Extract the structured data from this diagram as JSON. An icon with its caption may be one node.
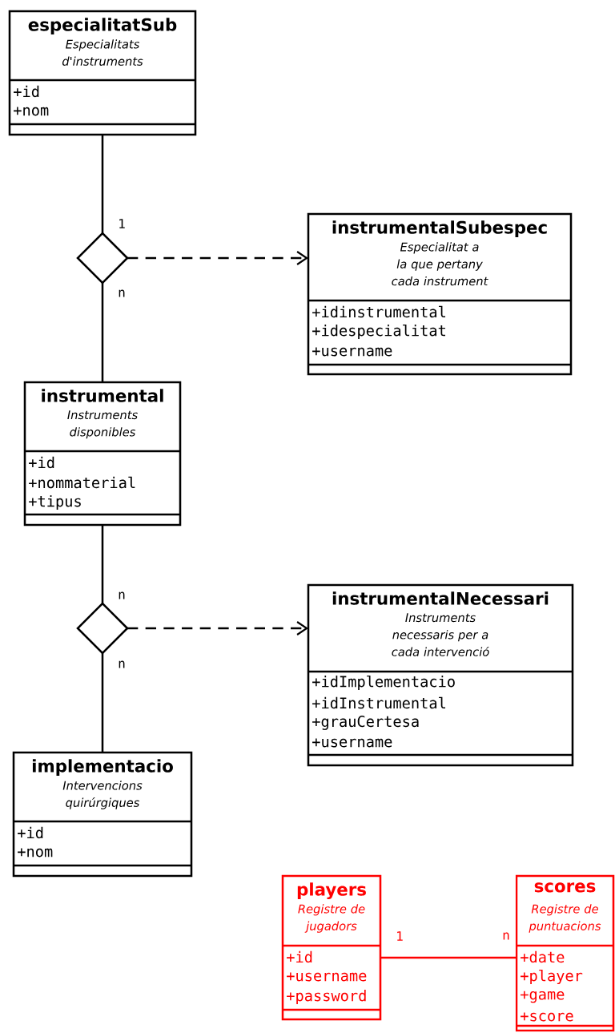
{
  "diagram": {
    "nodes": [
      {
        "text": [
          "especialitatSub",
          "Especialitats d'instruments",
          "+id",
          "+nom"
        ]
      },
      {
        "text": [],
        "shape": "diamond"
      },
      {
        "text": [
          "instrumentalSubespec",
          "Especialitat a la que pertany cada instrument",
          "+idinstrumental",
          "+idespecialitat",
          "+username"
        ]
      },
      {
        "text": [
          "instrumental",
          "Instruments disponibles",
          "+id",
          "+nommaterial",
          "+tipus"
        ]
      },
      {
        "text": [],
        "shape": "diamond"
      },
      {
        "text": [
          "instrumentalNecessari",
          "Instruments necessaris per a cada intervenció",
          "+idImplementacio",
          "+idInstrumental",
          "+grauCertesa",
          "+username"
        ]
      },
      {
        "text": [
          "implementacio",
          "Intervencions quirúrgiques",
          "+id",
          "+nom"
        ]
      },
      {
        "text": [
          "players",
          "Registre de jugadors",
          "+id",
          "+username",
          "+password"
        ]
      },
      {
        "text": [
          "scores",
          "Registre de puntuacions",
          "+date",
          "+player",
          "+game",
          "+score"
        ]
      }
    ],
    "edges": [
      {
        "from": 0,
        "to": 1,
        "arrow": "none"
      },
      {
        "from": 1,
        "to": 3,
        "arrow": "none"
      },
      {
        "from": 1,
        "to": 2,
        "arrow": "to",
        "style": "dashed"
      },
      {
        "from": 3,
        "to": 4,
        "arrow": "none"
      },
      {
        "from": 4,
        "to": 6,
        "arrow": "none"
      },
      {
        "from": 4,
        "to": 5,
        "arrow": "to",
        "style": "dashed"
      },
      {
        "from": 7,
        "to": 8,
        "arrow": "none",
        "color": "#ff0000"
      }
    ],
    "labels": [
      "1",
      "n",
      "n",
      "n",
      "1",
      "n"
    ]
  }
}
